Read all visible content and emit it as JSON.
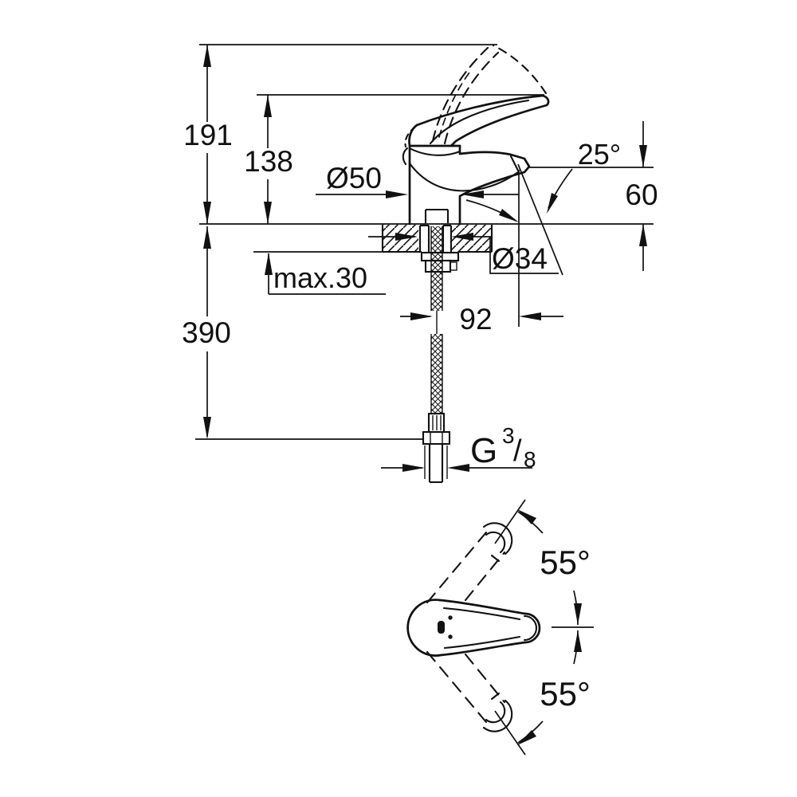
{
  "colors": {
    "line": "#111111",
    "background": "#ffffff"
  },
  "side_view": {
    "height_total": "191",
    "height_lever_tip": "138",
    "body_diameter": "Ø50",
    "spout_angle": "25°",
    "spout_outlet_height": "60",
    "mount_hole_diameter": "Ø34",
    "max_deck_thickness": "max.30",
    "hose_drop_length": "390",
    "spout_projection": "92",
    "thread": {
      "prefix": "G",
      "numerator": "3",
      "slash": "/",
      "denominator": "8"
    }
  },
  "plan_view": {
    "handle_swing_upper": "55°",
    "handle_swing_lower": "55°"
  }
}
